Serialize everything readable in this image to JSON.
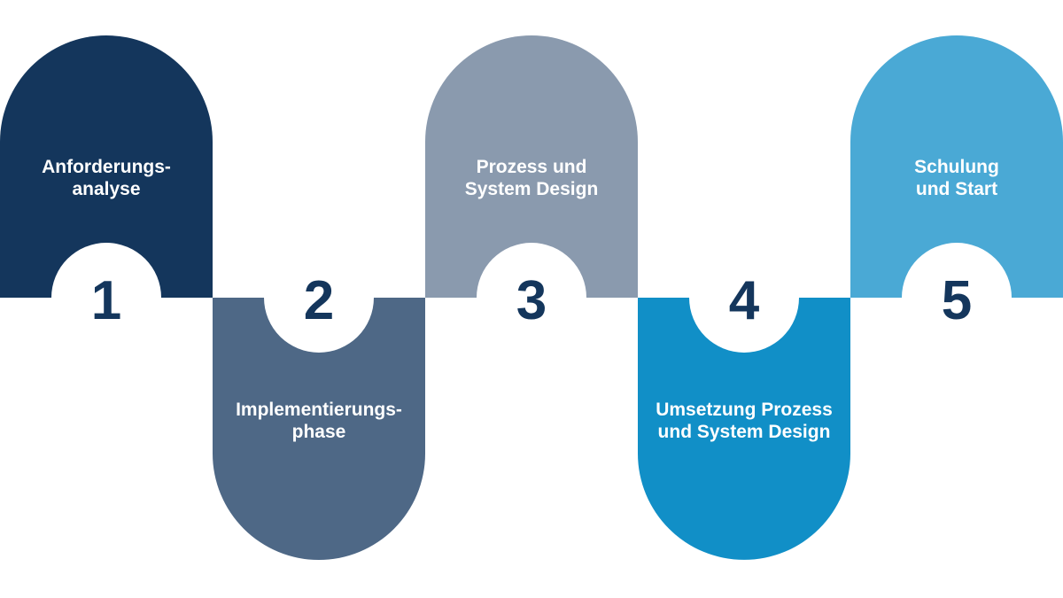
{
  "steps": [
    {
      "number": "1",
      "line1": "Anforderungs-",
      "line2": "analyse",
      "color": "#14365c",
      "position": "top"
    },
    {
      "number": "2",
      "line1": "Implementierungs-",
      "line2": "phase",
      "color": "#4e6886",
      "position": "bottom"
    },
    {
      "number": "3",
      "line1": "Prozess und",
      "line2": "System Design",
      "color": "#8a9aae",
      "position": "top"
    },
    {
      "number": "4",
      "line1": "Umsetzung Prozess",
      "line2": "und System Design",
      "color": "#118fc7",
      "position": "bottom"
    },
    {
      "number": "5",
      "line1": "Schulung",
      "line2": "und Start",
      "color": "#4aa9d5",
      "position": "top"
    }
  ],
  "number_color": "#14365c"
}
